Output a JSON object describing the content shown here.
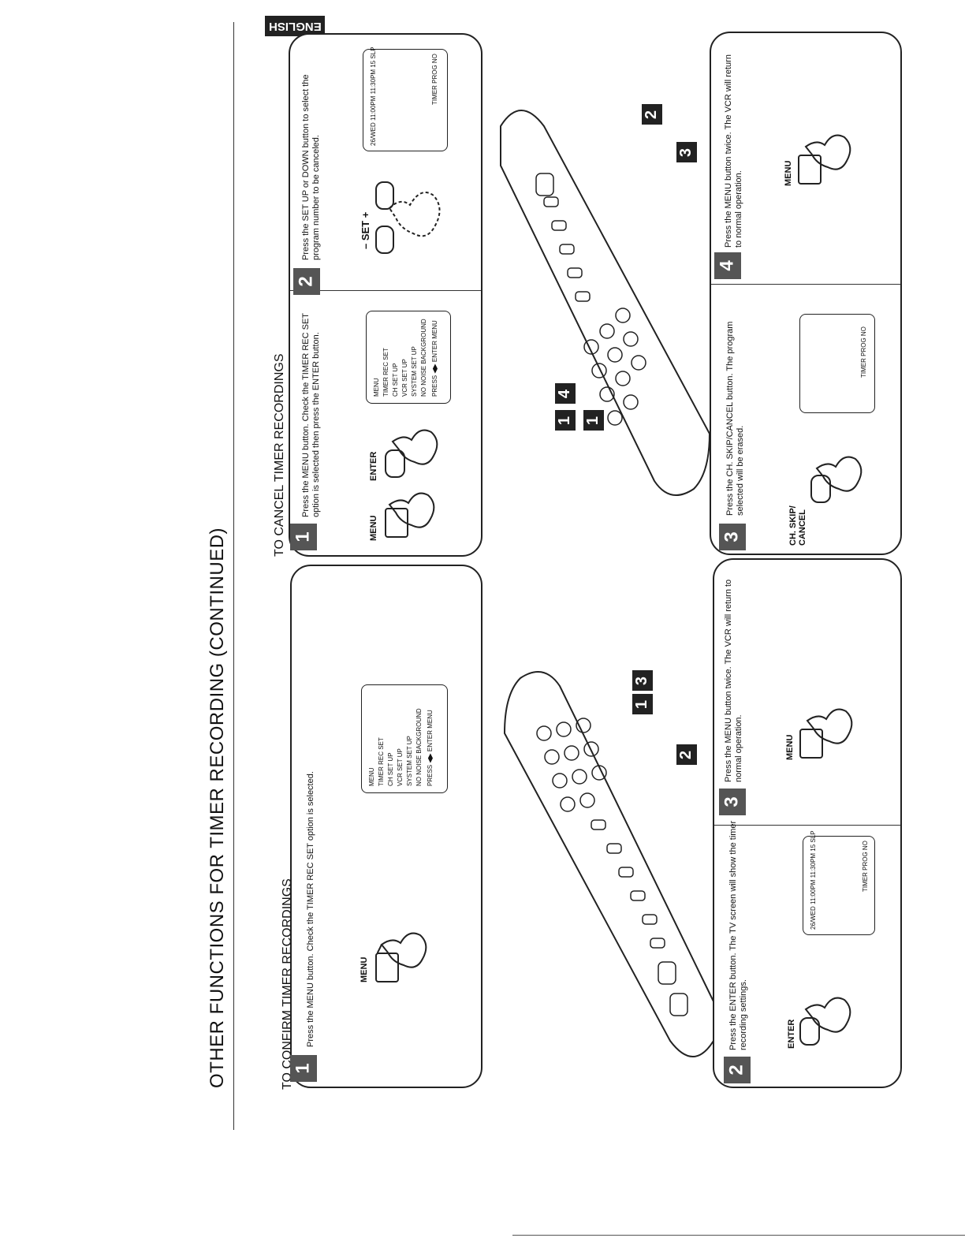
{
  "page": {
    "title": "OTHER FUNCTIONS FOR TIMER RECORDING (CONTINUED)",
    "language_tab": "ENGLISH"
  },
  "confirm": {
    "heading": "TO CONFIRM TIMER RECORDINGS",
    "step1": {
      "number": "1",
      "text": "Press the MENU button. Check the TIMER REC SET option is selected.",
      "button": "MENU"
    },
    "step2": {
      "number": "2",
      "text": "Press the ENTER button. The TV screen will show the timer recording settings.",
      "button": "ENTER"
    },
    "step3": {
      "number": "3",
      "text": "Press the MENU button twice. The VCR will return to normal operation.",
      "button": "MENU"
    },
    "callouts": [
      "1",
      "3",
      "2"
    ]
  },
  "cancel": {
    "heading": "TO CANCEL TIMER RECORDINGS",
    "step1": {
      "number": "1",
      "text": "Press the MENU button. Check the TIMER REC SET option is selected then press the ENTER button.",
      "button1": "MENU",
      "button2": "ENTER"
    },
    "step2": {
      "number": "2",
      "text": "Press the SET UP or DOWN button to select the program number to be canceled.",
      "set_label": "– SET +"
    },
    "step3": {
      "number": "3",
      "text": "Press the CH. SKIP/CANCEL button. The program selected will be erased.",
      "button": "CH. SKIP/ CANCEL"
    },
    "step4": {
      "number": "4",
      "text": "Press the MENU button twice. The VCR will return to normal operation.",
      "button": "MENU"
    },
    "callouts": [
      "2",
      "3",
      "1",
      "4",
      "1"
    ]
  },
  "menu_screen": {
    "lines": [
      "MENU",
      "TIMER REC SET",
      "CH SET UP",
      "VCR SET UP",
      "SYSTEM SET UP",
      "NO NOISE BACKGROUND",
      "PRESS ◀▶ ENTER MENU"
    ]
  },
  "timer_screen": {
    "header": "26/WED 11:00PM 11:30PM 15 SLP",
    "footer": "TIMER PROG NO"
  }
}
